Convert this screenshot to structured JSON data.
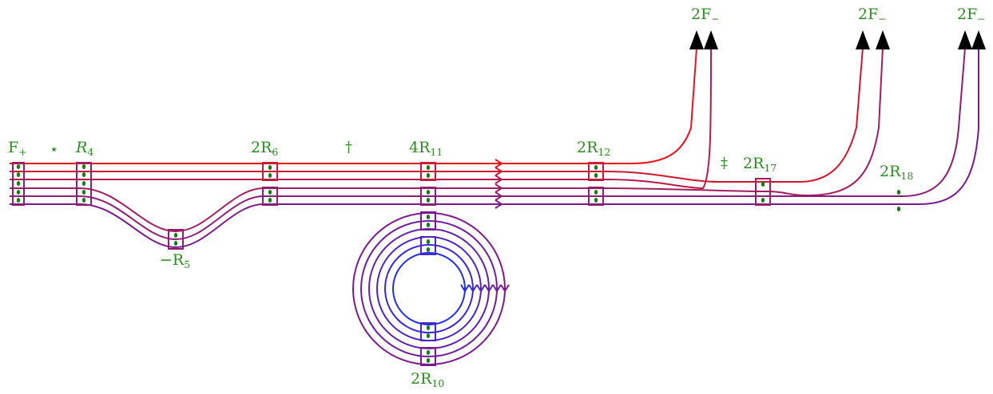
{
  "colors": {
    "red": "#e8141c",
    "crimson": "#c8193c",
    "magenta": "#a81e5a",
    "plum": "#8c1f74",
    "purple": "#7a1a8c",
    "violet": "#6a1fa6",
    "indigo": "#4a28c8",
    "blue": "#1f2ee8",
    "label": "#2e8b22",
    "dot": "#1a7a1a",
    "arrowhead": "#000000"
  },
  "labels": {
    "f_plus": {
      "main": "F",
      "sub": "+"
    },
    "r4": {
      "main": "R",
      "sub": "4"
    },
    "r5": {
      "main": "−R",
      "sub": "5"
    },
    "r6": {
      "main": "2R",
      "sub": "6"
    },
    "r10": {
      "main": "2R",
      "sub": "10"
    },
    "r11": {
      "main": "4R",
      "sub": "11"
    },
    "r12": {
      "main": "2R",
      "sub": "12"
    },
    "r17": {
      "main": "2R",
      "sub": "17"
    },
    "r18": {
      "main": "2R",
      "sub": "18"
    },
    "out1": {
      "main": "2F",
      "sub": "−"
    },
    "out2": {
      "main": "2F",
      "sub": "−"
    },
    "out3": {
      "main": "2F",
      "sub": "−"
    }
  },
  "symbols": {
    "star": "⋆",
    "dagger": "†",
    "double_dagger": "‡"
  }
}
